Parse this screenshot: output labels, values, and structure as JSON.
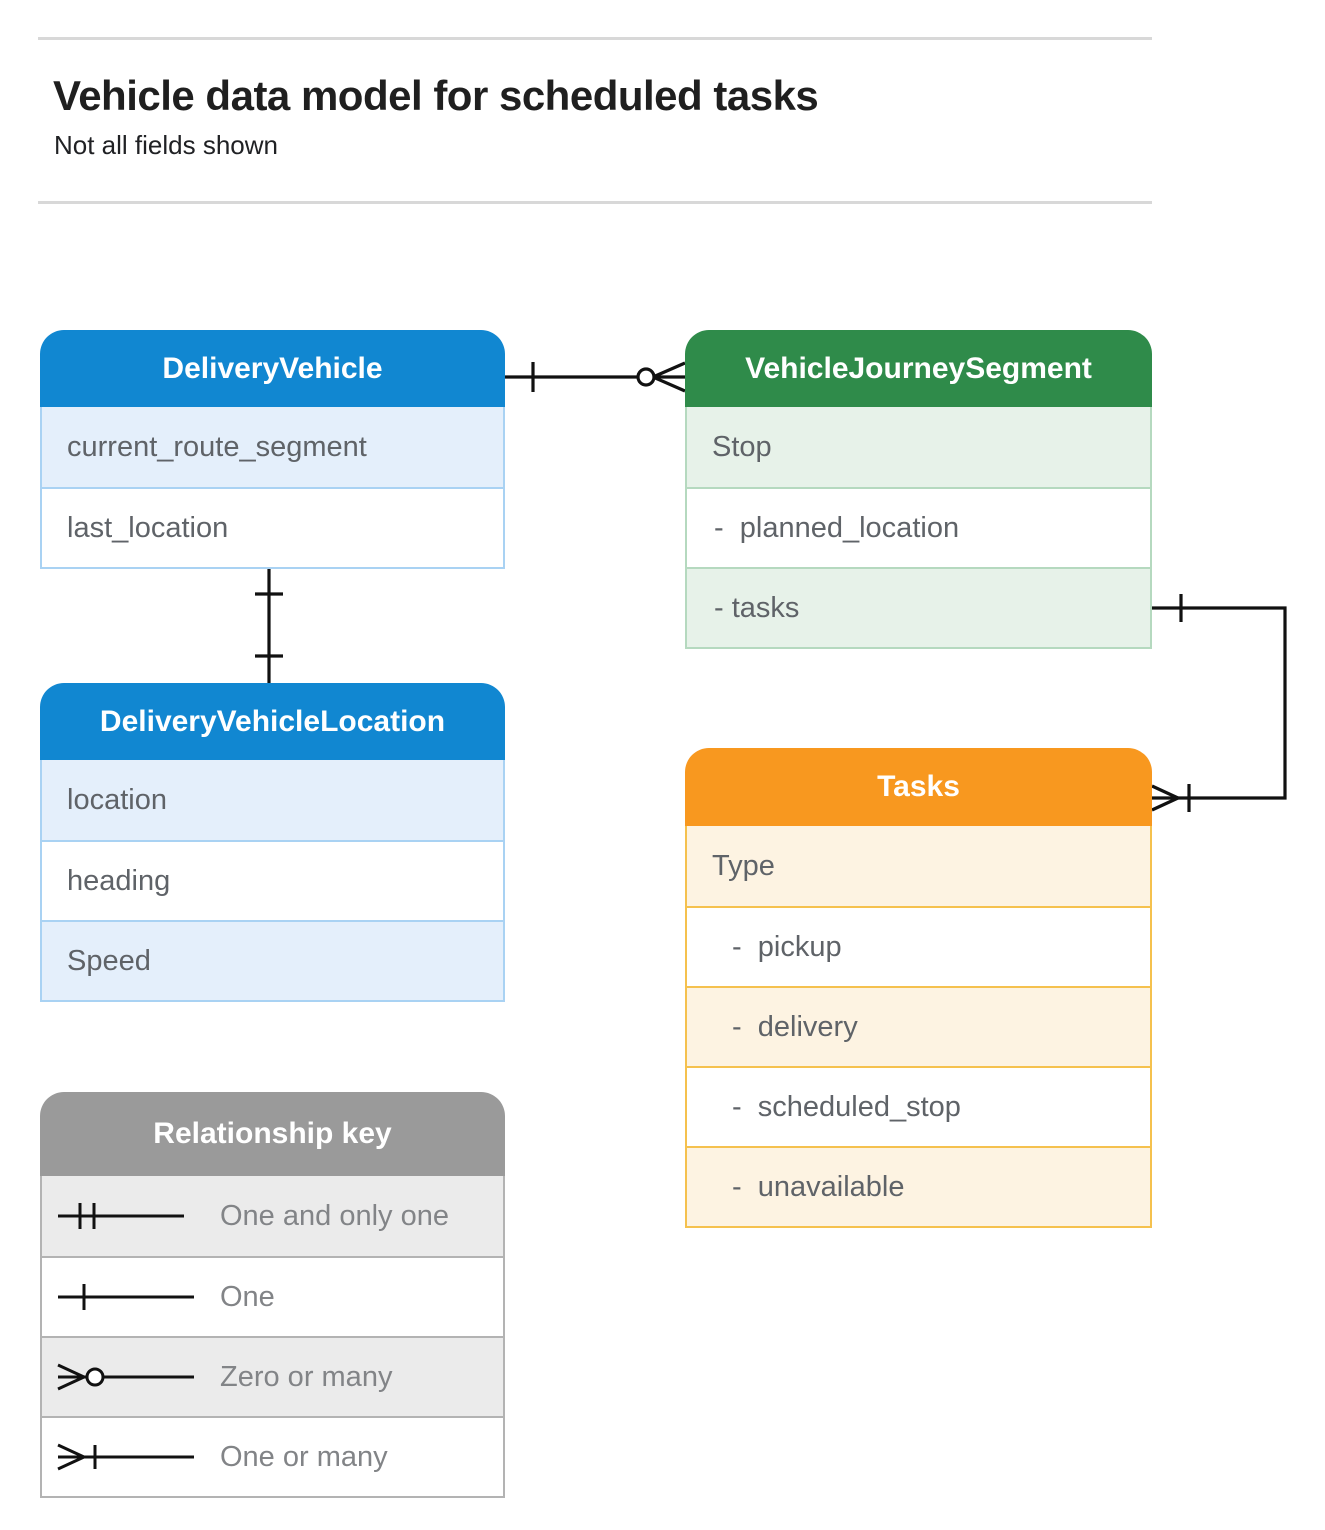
{
  "page": {
    "title": "Vehicle data model for scheduled tasks",
    "subtitle": "Not all fields shown"
  },
  "colors": {
    "blue_header": "#1187d1",
    "blue_tint": "#e4effb",
    "blue_border": "#a9d2f3",
    "green_header": "#2f8b4a",
    "green_tint": "#e7f2e9",
    "green_border": "#b5d9bf",
    "orange_header": "#f8981f",
    "orange_tint": "#fdf3e2",
    "orange_border": "#f5c14e",
    "gray_header": "#9a9a9a",
    "gray_tint": "#ebebeb",
    "gray_border": "#b3b3b3",
    "field_text": "#5f6368",
    "connector": "#111111",
    "divider": "#d8d8d8"
  },
  "entities": [
    {
      "id": "delivery-vehicle",
      "title": "DeliveryVehicle",
      "theme": "blue",
      "fields": [
        "current_route_segment",
        "last_location"
      ]
    },
    {
      "id": "vehicle-journey-segment",
      "title": "VehicleJourneySegment",
      "theme": "green",
      "fields": [
        "Stop",
        "-  planned_location",
        "- tasks"
      ]
    },
    {
      "id": "delivery-vehicle-location",
      "title": "DeliveryVehicleLocation",
      "theme": "blue",
      "fields": [
        "location",
        "heading",
        "Speed"
      ]
    },
    {
      "id": "tasks",
      "title": "Tasks",
      "theme": "orange",
      "fields": [
        "Type",
        "-  pickup",
        "-  delivery",
        "-  scheduled_stop",
        "-  unavailable"
      ]
    }
  ],
  "relationships": [
    {
      "from": "DeliveryVehicle",
      "to": "VehicleJourneySegment",
      "from_end": "one",
      "to_end": "zero-or-many"
    },
    {
      "from": "DeliveryVehicle",
      "to": "DeliveryVehicleLocation",
      "from_end": "one",
      "to_end": "one"
    },
    {
      "from": "VehicleJourneySegment",
      "to": "Tasks",
      "from_end": "one",
      "to_end": "one-or-many"
    }
  ],
  "legend": {
    "title": "Relationship key",
    "items": [
      {
        "symbol": "one-and-only-one",
        "label": "One and only one"
      },
      {
        "symbol": "one",
        "label": "One"
      },
      {
        "symbol": "zero-or-many",
        "label": "Zero or many"
      },
      {
        "symbol": "one-or-many",
        "label": "One or many"
      }
    ]
  }
}
